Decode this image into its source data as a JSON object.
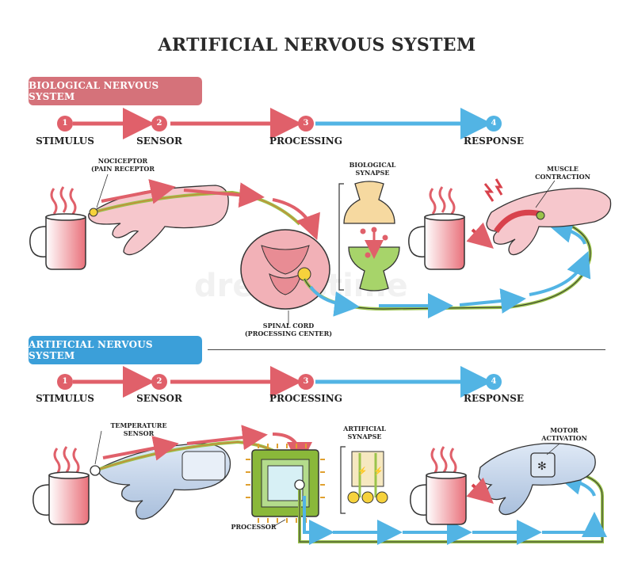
{
  "title": "ARTIFICIAL NERVOUS SYSTEM",
  "bio": {
    "header": "BIOLOGICAL NERVOUS SYSTEM",
    "steps": [
      {
        "num": "1",
        "label": "STIMULUS"
      },
      {
        "num": "2",
        "label": "SENSOR"
      },
      {
        "num": "3",
        "label": "PROCESSING"
      },
      {
        "num": "4",
        "label": "RESPONSE"
      }
    ],
    "nociceptor": [
      "NOCICEPTOR",
      "(PAIN RECEPTOR"
    ],
    "synapse": [
      "BIOLOGICAL",
      "SYNAPSE"
    ],
    "muscle": [
      "MUSCLE",
      "CONTRACTION"
    ],
    "spinal": [
      "SPINAL CORD",
      "(PROCESSING CENTER)"
    ]
  },
  "art": {
    "header": "ARTIFICIAL NERVOUS SYSTEM",
    "steps": [
      {
        "num": "1",
        "label": "STIMULUS"
      },
      {
        "num": "2",
        "label": "SENSOR"
      },
      {
        "num": "3",
        "label": "PROCESSING"
      },
      {
        "num": "4",
        "label": "RESPONSE"
      }
    ],
    "temp": [
      "TEMPERATURE",
      "SENSOR"
    ],
    "synapse": [
      "ARTIFICIAL",
      "SYNAPSE"
    ],
    "motor": [
      "MOTOR",
      "ACTIVATION"
    ],
    "processor": "PROCESSOR"
  },
  "colors": {
    "red": "#e0606a",
    "blue": "#52b4e4",
    "pink": "#f6c7cc",
    "green": "#9ac34a"
  }
}
